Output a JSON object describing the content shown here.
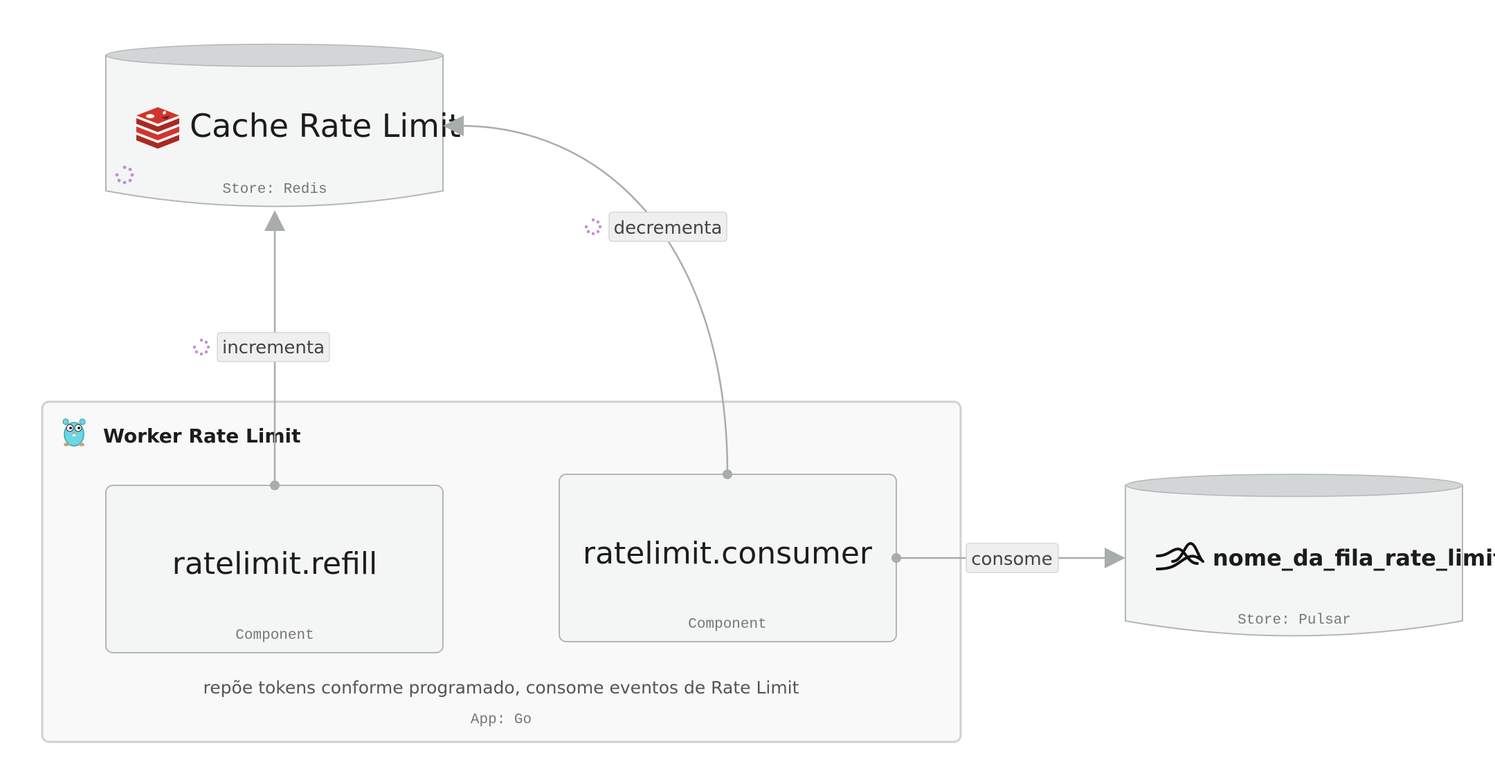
{
  "nodes": {
    "cache": {
      "title": "Cache Rate Limit",
      "tech": "Store: Redis",
      "icon": "redis-icon"
    },
    "worker": {
      "title": "Worker Rate Limit",
      "description": "repõe tokens conforme programado, consome eventos de Rate Limit",
      "tech": "App: Go",
      "icon": "go-gopher-icon"
    },
    "refill": {
      "title": "ratelimit.refill",
      "tech": "Component"
    },
    "consumer": {
      "title": "ratelimit.consumer",
      "tech": "Component"
    },
    "queue": {
      "title": "nome_da_fila_rate_limit",
      "tech": "Store: Pulsar",
      "icon": "pulsar-icon"
    }
  },
  "edges": {
    "increment": {
      "label": "incrementa"
    },
    "decrement": {
      "label": "decrementa"
    },
    "consume": {
      "label": "consome"
    }
  },
  "colors": {
    "store_fill": "#f4f5f5",
    "store_top": "#d3d6d6",
    "container_fill": "#f9f9f9",
    "stroke": "#b3b6b6",
    "edge": "#a9acac",
    "label_bg": "#efefef",
    "spinner": "#c38bd8",
    "redis": "#d0352d",
    "gopher": "#6ad7e5"
  }
}
